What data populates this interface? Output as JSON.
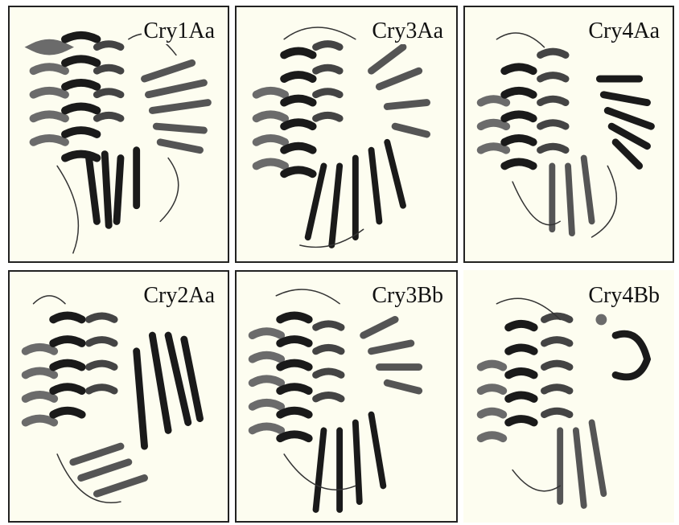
{
  "panels": [
    {
      "label": "Cry1Aa"
    },
    {
      "label": "Cry3Aa"
    },
    {
      "label": "Cry4Aa"
    },
    {
      "label": "Cry2Aa"
    },
    {
      "label": "Cry3Bb"
    },
    {
      "label": "Cry4Bb"
    }
  ],
  "colors": {
    "background": "#fdfdf0",
    "helix_dark": "#1a1a1a",
    "helix_gray": "#6b6b6b",
    "border": "#222222"
  }
}
